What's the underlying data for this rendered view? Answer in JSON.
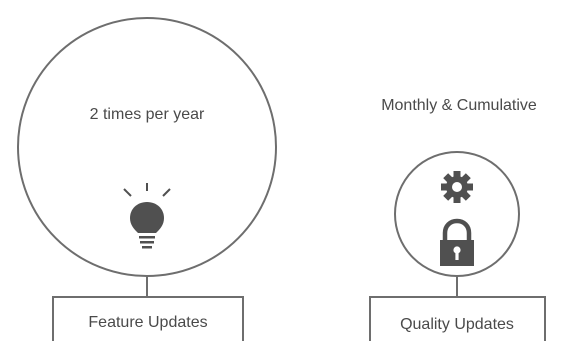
{
  "feature": {
    "frequency": "2 times per year",
    "label": "Feature Updates",
    "icon": "lightbulb-icon"
  },
  "quality": {
    "frequency": "Monthly & Cumulative",
    "label": "Quality Updates",
    "icons": [
      "gear-icon",
      "padlock-icon"
    ]
  },
  "colors": {
    "stroke": "#6e6e6e",
    "icon_fill": "#505050",
    "text": "#4a4a4a"
  }
}
